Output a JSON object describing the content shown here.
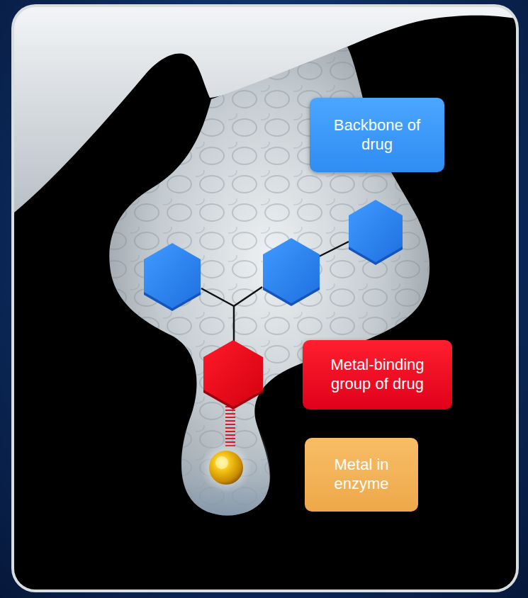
{
  "diagram": {
    "nodes": [
      {
        "text": [
          "Backbone of drug"
        ]
      },
      {
        "text": [
          "Metal-binding group of drug"
        ]
      },
      {
        "text": [
          "Metal in enzyme"
        ]
      }
    ]
  }
}
